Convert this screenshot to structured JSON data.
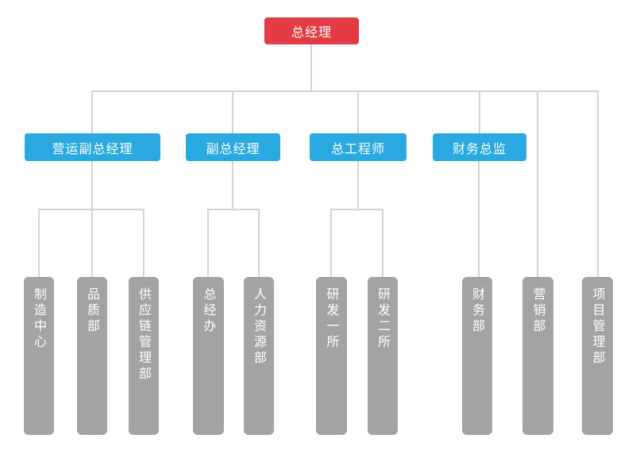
{
  "org_chart": {
    "type": "org-tree",
    "root": {
      "label": "总经理"
    },
    "managers": [
      {
        "label": "营运副总经理",
        "reports_to": "总经理"
      },
      {
        "label": "副总经理",
        "reports_to": "总经理"
      },
      {
        "label": "总工程师",
        "reports_to": "总经理"
      },
      {
        "label": "财务总监",
        "reports_to": "总经理"
      }
    ],
    "departments": [
      {
        "label": "制造中心",
        "reports_to": "营运副总经理"
      },
      {
        "label": "品质部",
        "reports_to": "营运副总经理"
      },
      {
        "label": "供应链管理部",
        "reports_to": "营运副总经理"
      },
      {
        "label": "总经办",
        "reports_to": "副总经理"
      },
      {
        "label": "人力资源部",
        "reports_to": "副总经理"
      },
      {
        "label": "研发一所",
        "reports_to": "总工程师"
      },
      {
        "label": "研发二所",
        "reports_to": "总工程师"
      },
      {
        "label": "财务部",
        "reports_to": "财务总监"
      },
      {
        "label": "营销部",
        "reports_to": "总经理"
      },
      {
        "label": "项目管理部",
        "reports_to": "总经理"
      }
    ],
    "colors": {
      "root_box": "#e23b44",
      "manager_box": "#29a9e0",
      "department_box": "#a3a3a3",
      "connector_line": "#d4d4d4",
      "text": "#ffffff",
      "background": "#ffffff"
    }
  }
}
